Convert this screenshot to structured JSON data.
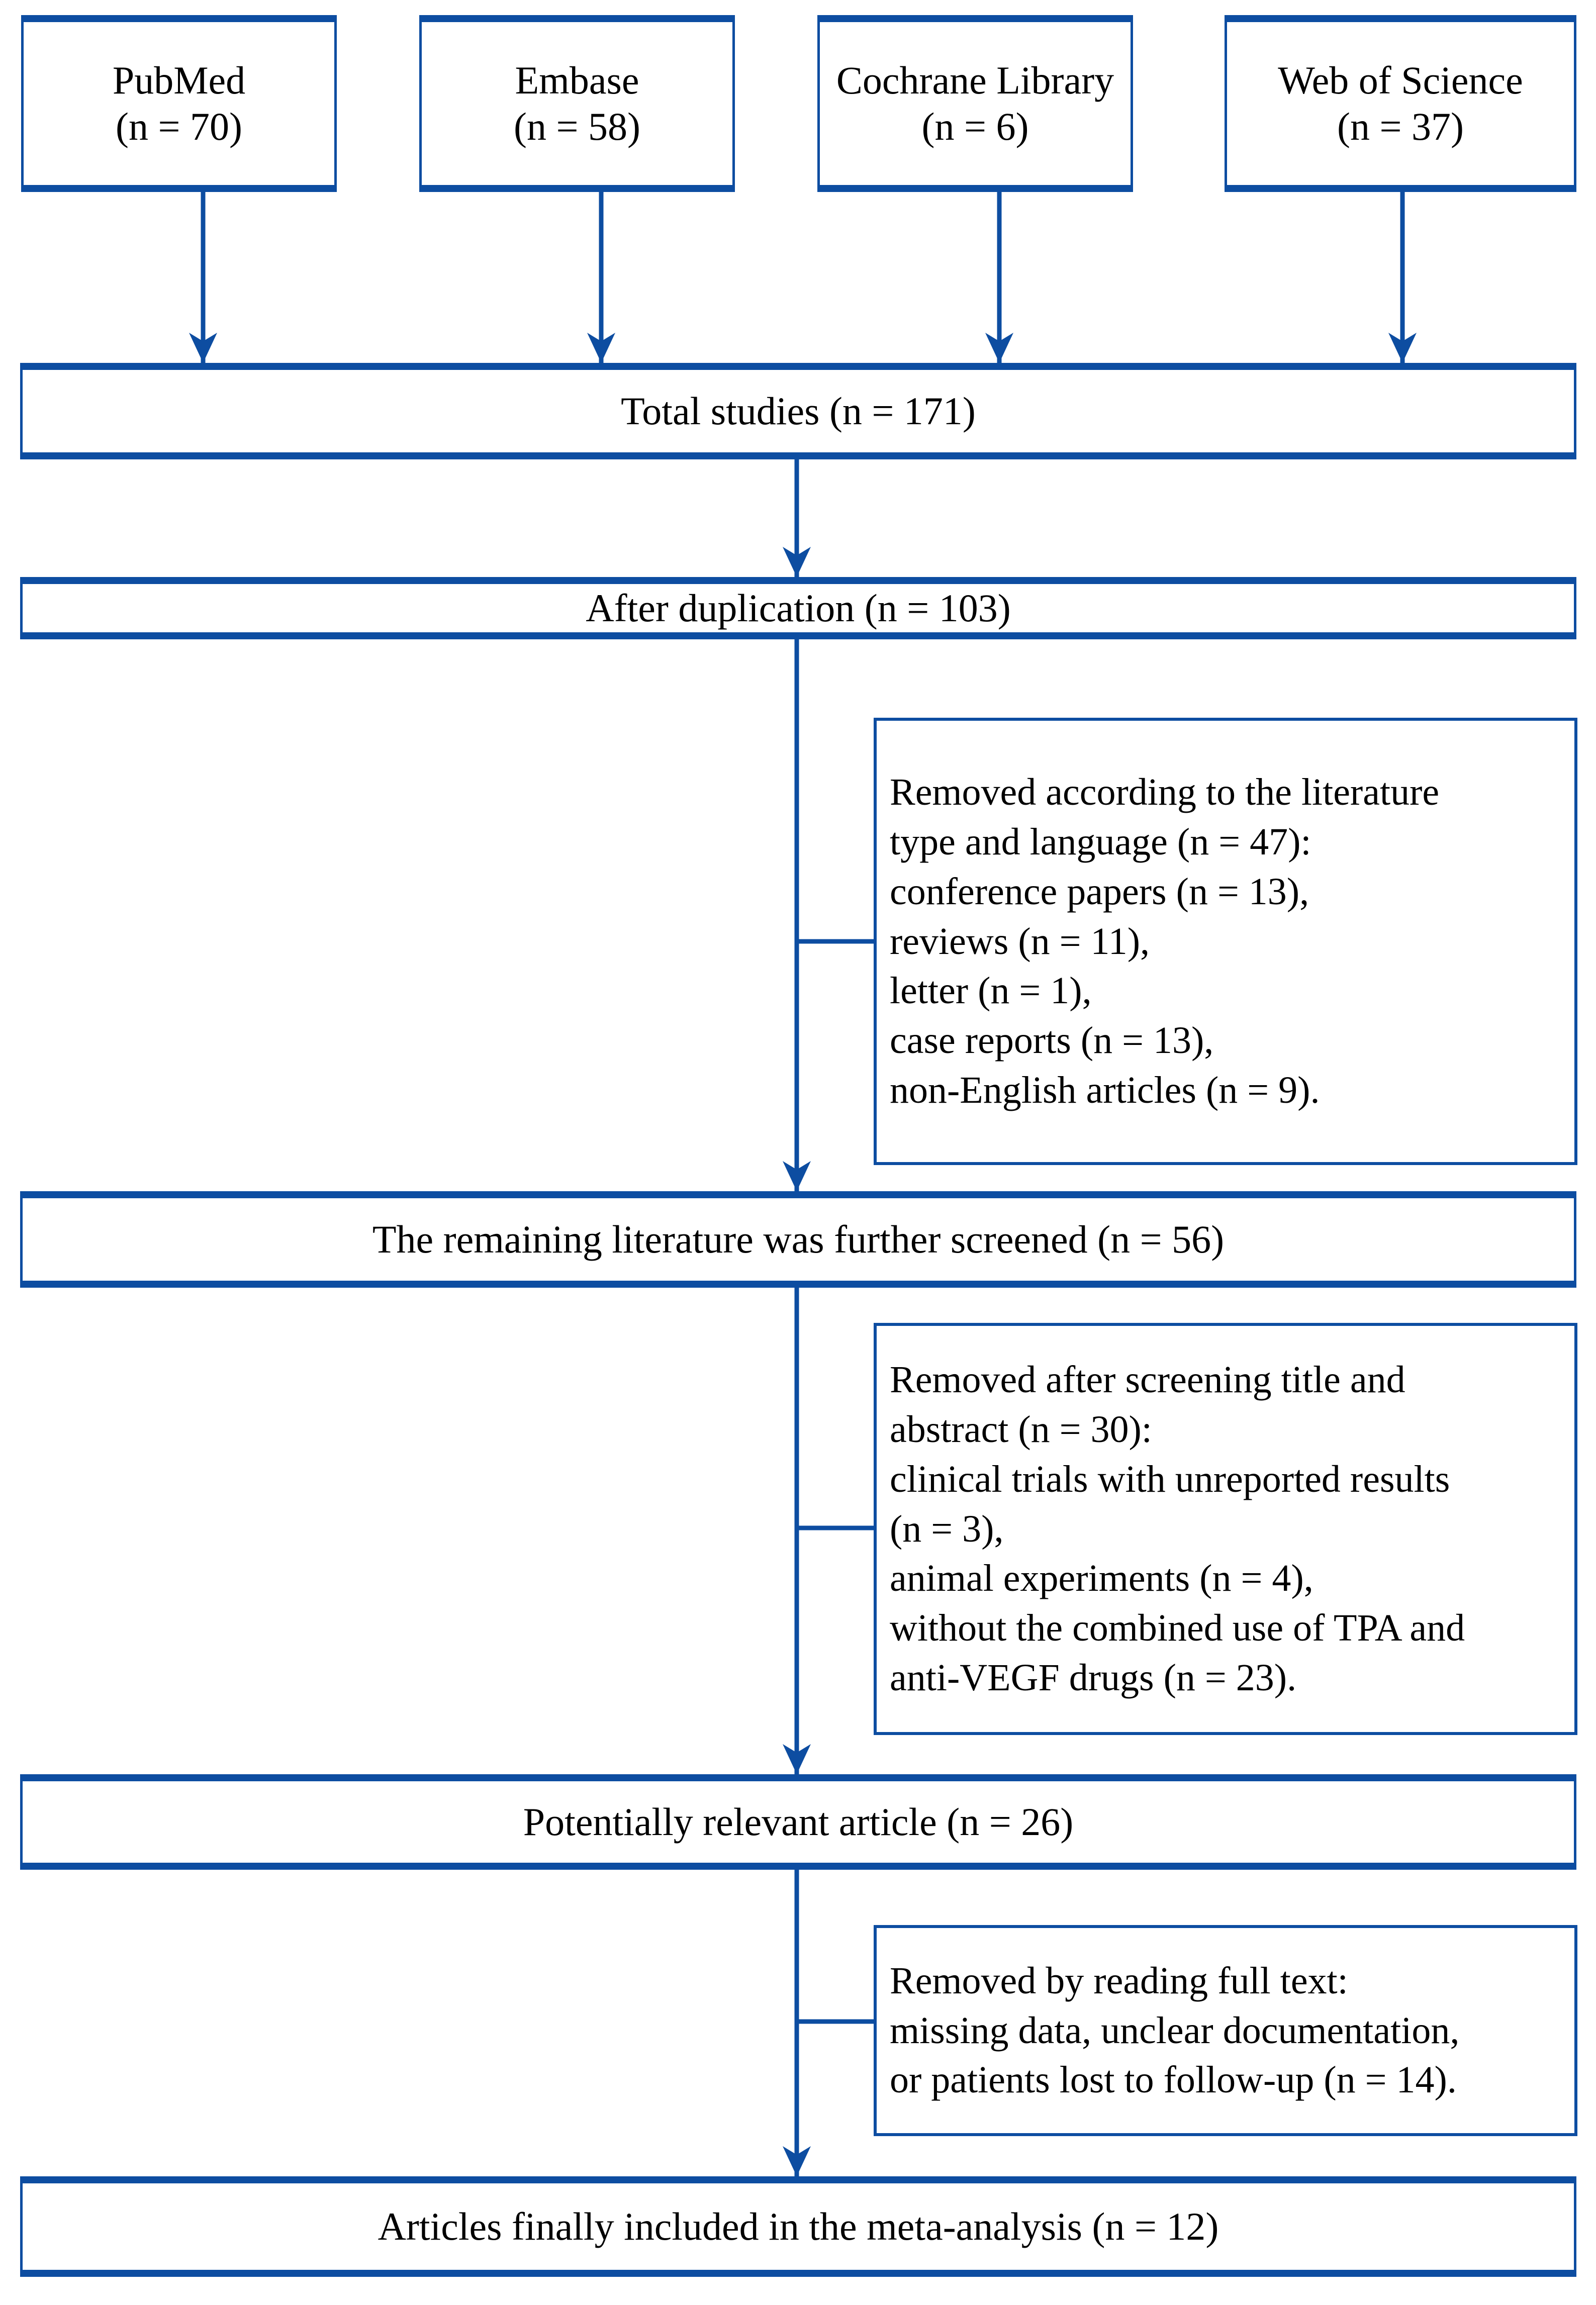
{
  "diagram": {
    "title": "PRISMA study selection flow diagram",
    "accent_color": "#0d4da1",
    "text_color": "#000000",
    "background_color": "#ffffff"
  },
  "sources": [
    {
      "name": "PubMed",
      "count_label": "(n = 70)",
      "text": "PubMed\n(n = 70)"
    },
    {
      "name": "Embase",
      "count_label": "(n = 58)",
      "text": "Embase\n(n = 58)"
    },
    {
      "name": "Cochrane Library",
      "count_label": "(n = 6)",
      "text": "Cochrane Library\n(n = 6)"
    },
    {
      "name": "Web of Science",
      "count_label": "(n = 37)",
      "text": "Web of Science\n(n = 37)"
    }
  ],
  "spine": [
    {
      "id": "total",
      "text": "Total studies (n = 171)",
      "n": 171
    },
    {
      "id": "dedup",
      "text": "After duplication (n = 103)",
      "n": 103
    },
    {
      "id": "screened",
      "text": "The remaining literature was further screened (n = 56)",
      "n": 56
    },
    {
      "id": "relevant",
      "text": "Potentially relevant article (n = 26)",
      "n": 26
    },
    {
      "id": "included",
      "text": "Articles finally included in the meta-analysis (n = 12)",
      "n": 12
    }
  ],
  "exclusions": [
    {
      "id": "excl-type-language",
      "total": 47,
      "lines": [
        "Removed according to the literature",
        "type and language (n = 47):",
        "conference papers (n = 13),",
        "reviews (n = 11),",
        "letter (n = 1),",
        "case reports (n = 13),",
        "non-English articles (n = 9)."
      ],
      "text": "Removed according to the literature\ntype and language (n = 47):\nconference papers (n = 13),\nreviews (n = 11),\nletter (n = 1),\ncase reports (n = 13),\nnon-English articles (n = 9)."
    },
    {
      "id": "excl-title-abstract",
      "total": 30,
      "lines": [
        "Removed after screening title and",
        "abstract (n = 30):",
        "clinical trials with unreported results",
        "(n = 3),",
        "animal experiments (n = 4),",
        "without the combined use of TPA and",
        "anti-VEGF drugs (n = 23)."
      ],
      "text": "Removed after screening title and\nabstract (n = 30):\nclinical trials with unreported results\n(n = 3),\nanimal experiments (n = 4),\nwithout the combined use of TPA and\nanti-VEGF drugs (n = 23)."
    },
    {
      "id": "excl-full-text",
      "total": 14,
      "lines": [
        "Removed by reading full text:",
        "missing data, unclear documentation,",
        "or patients lost to follow-up (n = 14)."
      ],
      "text": "Removed by reading full text:\nmissing data, unclear documentation,\nor patients lost to follow-up (n = 14)."
    }
  ],
  "chart_data": {
    "type": "diagram",
    "title": "PRISMA study selection flow",
    "nodes": [
      {
        "id": "pubmed",
        "label": "PubMed",
        "n": 70,
        "stage": "identification"
      },
      {
        "id": "embase",
        "label": "Embase",
        "n": 58,
        "stage": "identification"
      },
      {
        "id": "cochrane",
        "label": "Cochrane Library",
        "n": 6,
        "stage": "identification"
      },
      {
        "id": "wos",
        "label": "Web of Science",
        "n": 37,
        "stage": "identification"
      },
      {
        "id": "total",
        "label": "Total studies",
        "n": 171,
        "stage": "identification"
      },
      {
        "id": "dedup",
        "label": "After duplication",
        "n": 103,
        "stage": "screening"
      },
      {
        "id": "screened",
        "label": "The remaining literature was further screened",
        "n": 56,
        "stage": "screening"
      },
      {
        "id": "relevant",
        "label": "Potentially relevant article",
        "n": 26,
        "stage": "eligibility"
      },
      {
        "id": "included",
        "label": "Articles finally included in the meta-analysis",
        "n": 12,
        "stage": "included"
      }
    ],
    "exclusion_breakdown": [
      {
        "after": "dedup",
        "total": 47,
        "items": [
          {
            "reason": "conference papers",
            "n": 13
          },
          {
            "reason": "reviews",
            "n": 11
          },
          {
            "reason": "letter",
            "n": 1
          },
          {
            "reason": "case reports",
            "n": 13
          },
          {
            "reason": "non-English articles",
            "n": 9
          }
        ]
      },
      {
        "after": "screened",
        "total": 30,
        "items": [
          {
            "reason": "clinical trials with unreported results",
            "n": 3
          },
          {
            "reason": "animal experiments",
            "n": 4
          },
          {
            "reason": "without the combined use of TPA and anti-VEGF drugs",
            "n": 23
          }
        ]
      },
      {
        "after": "relevant",
        "total": 14,
        "items": [
          {
            "reason": "missing data, unclear documentation, or patients lost to follow-up",
            "n": 14
          }
        ]
      }
    ]
  }
}
